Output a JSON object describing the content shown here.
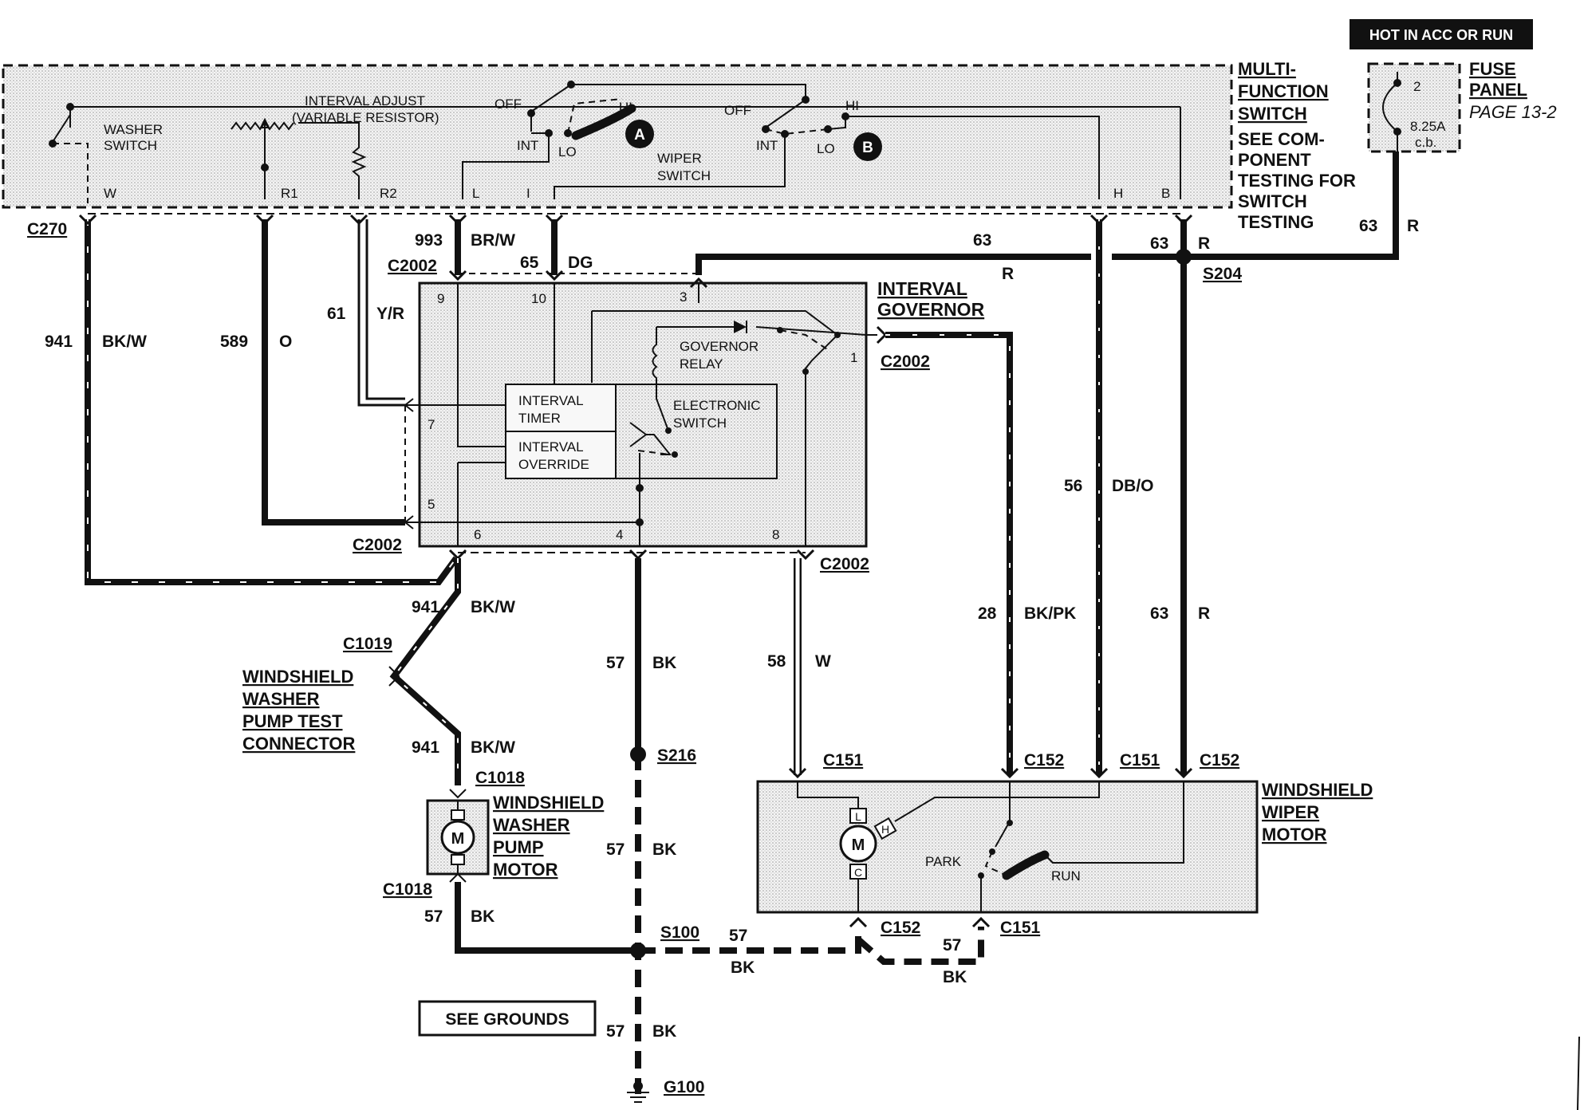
{
  "header": {
    "hot_label": "HOT IN ACC OR RUN"
  },
  "multifunction_switch": {
    "name": [
      "MULTI-",
      "FUNCTION",
      "SWITCH"
    ],
    "note": [
      "SEE COM-",
      "PONENT",
      "TESTING FOR",
      "SWITCH",
      "TESTING"
    ],
    "washer_switch": [
      "WASHER",
      "SWITCH"
    ],
    "interval_adjust": [
      "INTERVAL ADJUST",
      "(VARIABLE RESISTOR)"
    ],
    "wiper_switch": [
      "WIPER",
      "SWITCH"
    ],
    "positions": {
      "off": "OFF",
      "hi": "HI",
      "int": "INT",
      "lo": "LO"
    },
    "markers": {
      "a": "A",
      "b": "B"
    },
    "terminals": {
      "w": "W",
      "r1": "R1",
      "r2": "R2",
      "l": "L",
      "i": "I",
      "h": "H",
      "b": "B"
    }
  },
  "fuse_panel": {
    "name": [
      "FUSE",
      "PANEL"
    ],
    "page_ref": "PAGE 13-2",
    "fuse_number": "2",
    "rating": "8.25A",
    "type": "c.b."
  },
  "interval_governor": {
    "name": [
      "INTERVAL",
      "GOVERNOR"
    ],
    "governor_relay": [
      "GOVERNOR",
      "RELAY"
    ],
    "electronic_switch": [
      "ELECTRONIC",
      "SWITCH"
    ],
    "interval_timer": [
      "INTERVAL",
      "TIMER"
    ],
    "interval_override": [
      "INTERVAL",
      "OVERRIDE"
    ],
    "pins": {
      "p1": "1",
      "p3": "3",
      "p4": "4",
      "p5": "5",
      "p6": "6",
      "p7": "7",
      "p8": "8",
      "p9": "9",
      "p10": "10"
    }
  },
  "connectors": {
    "c270": "C270",
    "c2002": "C2002",
    "c1019": "C1019",
    "c1018": "C1018",
    "c151": "C151",
    "c152": "C152",
    "s204": "S204",
    "s216": "S216",
    "s100": "S100",
    "g100": "G100"
  },
  "wires": {
    "w941": {
      "num": "941",
      "color": "BK/W"
    },
    "w589": {
      "num": "589",
      "color": "O"
    },
    "w61": {
      "num": "61",
      "color": "Y/R"
    },
    "w993": {
      "num": "993",
      "color": "BR/W"
    },
    "w65": {
      "num": "65",
      "color": "DG"
    },
    "w63": {
      "num": "63",
      "color": "R"
    },
    "w56": {
      "num": "56",
      "color": "DB/O"
    },
    "w28": {
      "num": "28",
      "color": "BK/PK"
    },
    "w57": {
      "num": "57",
      "color": "BK"
    },
    "w58": {
      "num": "58",
      "color": "W"
    }
  },
  "components": {
    "test_connector": [
      "WINDSHIELD",
      "WASHER",
      "PUMP TEST",
      "CONNECTOR"
    ],
    "washer_motor": [
      "WINDSHIELD",
      "WASHER",
      "PUMP",
      "MOTOR"
    ],
    "wiper_motor": [
      "WINDSHIELD",
      "WIPER",
      "MOTOR"
    ],
    "motor_symbol": "M",
    "wiper_motor_terminals": {
      "l": "L",
      "h": "H",
      "c": "C"
    },
    "park": "PARK",
    "run": "RUN",
    "see_grounds": "SEE GROUNDS"
  }
}
